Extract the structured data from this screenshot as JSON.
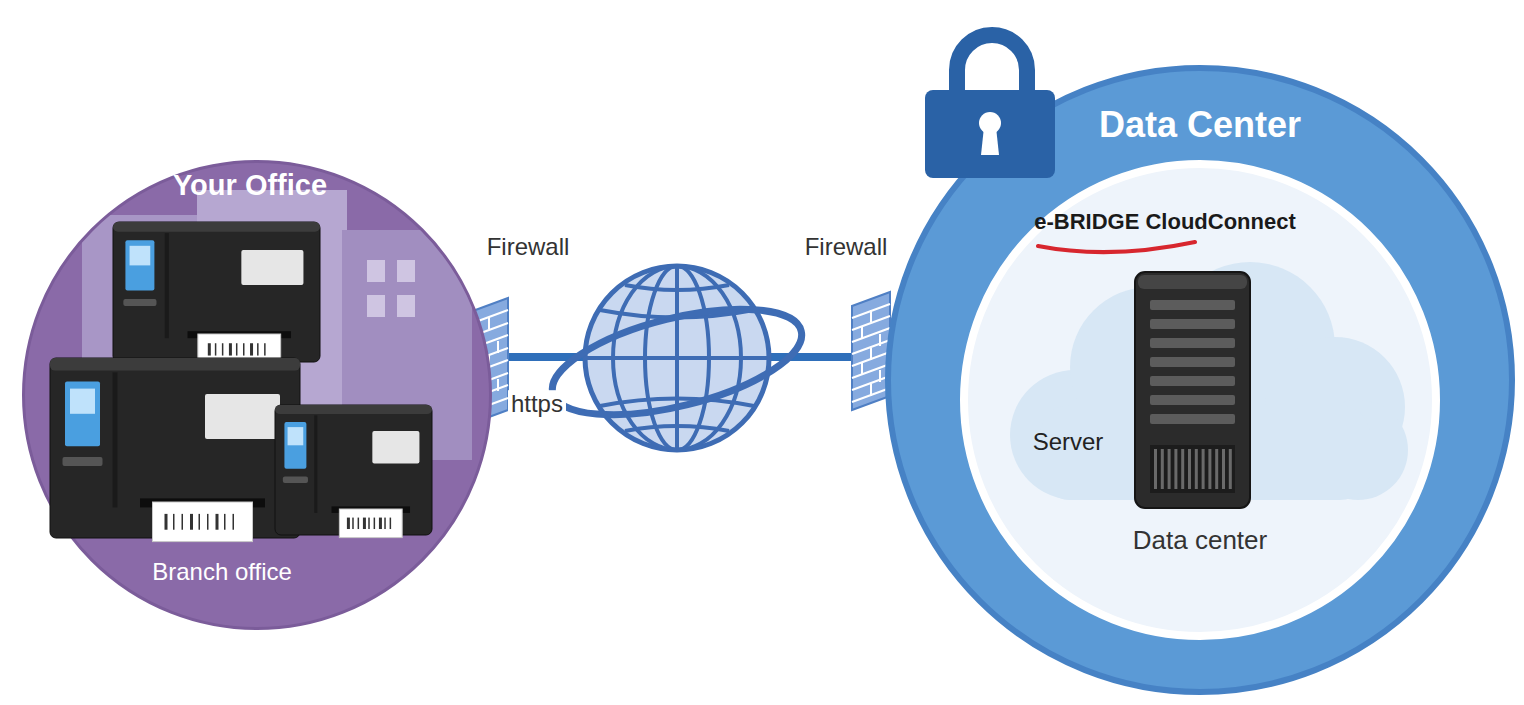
{
  "diagram": {
    "nodes": [
      {
        "text": [
          "Your Office",
          "Branch office"
        ]
      },
      {
        "text": [
          "Data Center"
        ]
      },
      {
        "text": [
          "e-BRIDGE CloudConnect",
          "Data center"
        ],
        "in": 1
      },
      {
        "text": [
          "Server"
        ],
        "in": 2
      }
    ],
    "edges": [
      {
        "from": 0,
        "to": 1,
        "arrow": "none",
        "label": "https"
      }
    ],
    "labels": [
      "Firewall",
      "Firewall"
    ]
  }
}
